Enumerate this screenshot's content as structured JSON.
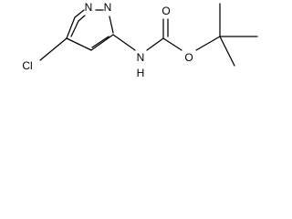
{
  "molecule": {
    "atoms": {
      "N1": "N",
      "N2": "N",
      "Cl": "Cl",
      "NH": "N",
      "H": "H",
      "O_carbonyl": "O",
      "O_ester": "O"
    }
  }
}
